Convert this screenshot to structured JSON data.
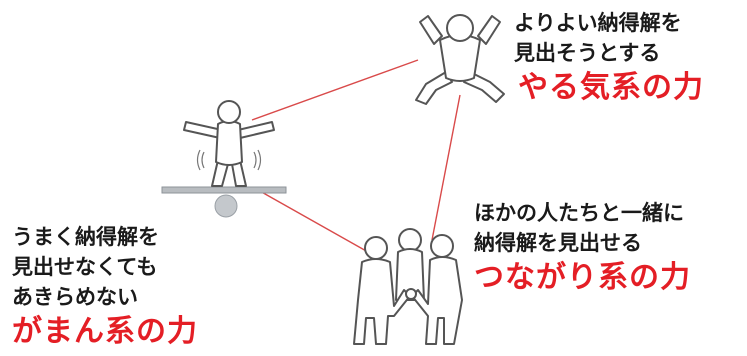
{
  "colors": {
    "accent": "#e41e25",
    "line": "#d94a4a",
    "figure_stroke": "#555555",
    "board": "#b8bcc0",
    "ball": "#c4c8cc",
    "text": "#1a1a1a"
  },
  "motivation": {
    "lines": [
      "よりよい納得解を",
      "見出そうとする"
    ],
    "power": "やる気系の力"
  },
  "connection": {
    "lines": [
      "ほかの人たちと一緒に",
      "納得解を見出せる"
    ],
    "power": "つながり系の力"
  },
  "patience": {
    "lines": [
      "うまく納得解を",
      "見出せなくても",
      "あきらめない"
    ],
    "power": "がまん系の力"
  }
}
